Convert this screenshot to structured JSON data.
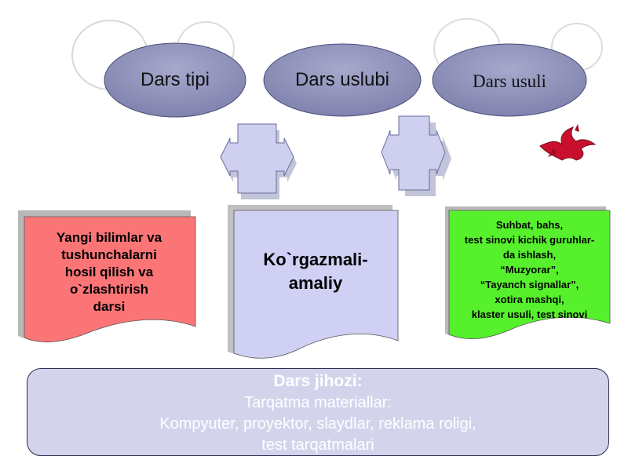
{
  "top_ovals": {
    "type": "Dars tipi",
    "style": "Dars uslubi",
    "method": "Dars usuli"
  },
  "left_doc": {
    "lines": [
      "Yangi bilimlar va",
      "tushunchalarni",
      "hosil qilish va",
      "o`zlashtirish",
      "darsi"
    ]
  },
  "middle_doc": {
    "lines": [
      "Ko`rgazmali-",
      "amaliy"
    ]
  },
  "right_doc": {
    "lines": [
      "Suhbat, bahs,",
      "test sinovi kichik guruhlar-",
      "da  ishlash,",
      "“Muzyorar”,",
      "“Tayanch signallar”,",
      "xotira mashqi,",
      "klaster usuli, test sinovi"
    ]
  },
  "bottom": {
    "title": "Dars jihozi:",
    "lines": [
      "Tarqatma materiallar:",
      "Kompyuter, proyektor, slaydlar, reklama roligi,",
      "test tarqatmalari"
    ]
  },
  "colors": {
    "oval_fill": "#8e91b8",
    "arrow_fill": "#cfd0f0",
    "left_doc_fill": "#fb7577",
    "middle_doc_fill": "#cfd0f4",
    "right_doc_fill": "#56f02c",
    "panel_fill": "#d3d4ec"
  }
}
